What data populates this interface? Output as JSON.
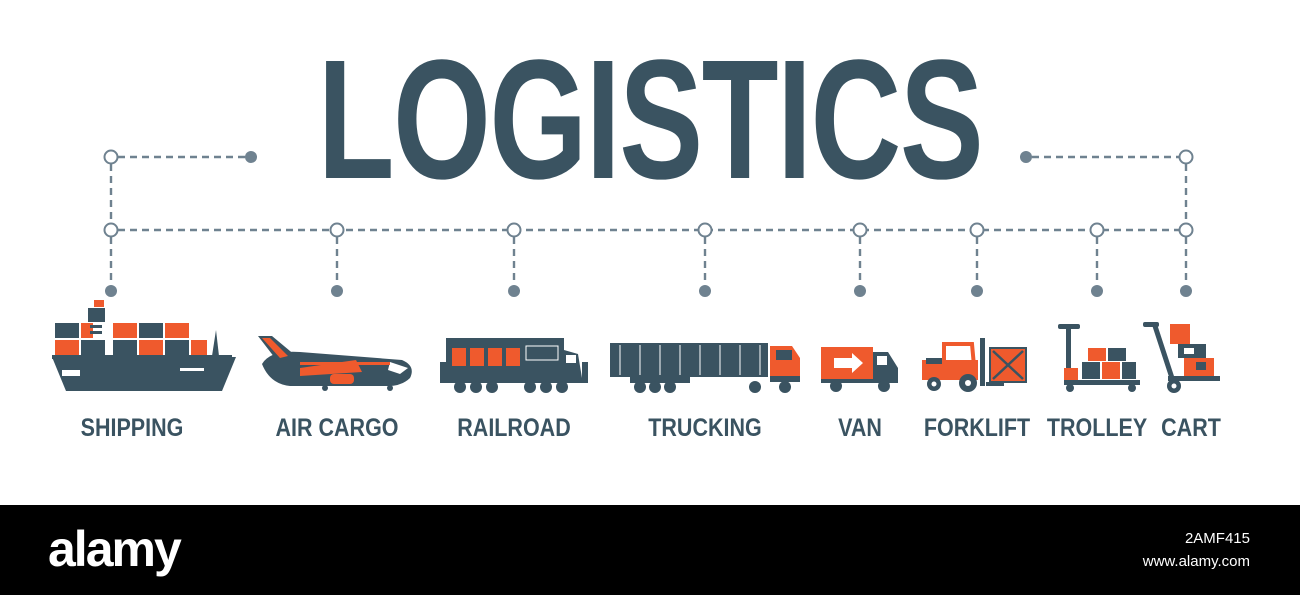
{
  "title": "LOGISTICS",
  "colors": {
    "dark": "#3a5361",
    "accent": "#ef5a2d",
    "line": "#6f8290",
    "background": "#ffffff"
  },
  "items": [
    {
      "label": "SHIPPING",
      "icon": "cargo-ship-icon"
    },
    {
      "label": "AIR CARGO",
      "icon": "cargo-plane-icon"
    },
    {
      "label": "RAILROAD",
      "icon": "locomotive-icon"
    },
    {
      "label": "TRUCKING",
      "icon": "semi-truck-icon"
    },
    {
      "label": "VAN",
      "icon": "delivery-van-icon"
    },
    {
      "label": "FORKLIFT",
      "icon": "forklift-icon"
    },
    {
      "label": "TROLLEY",
      "icon": "pallet-trolley-icon"
    },
    {
      "label": "CART",
      "icon": "hand-cart-icon"
    }
  ],
  "footer": {
    "brand": "alamy",
    "image_id": "2AMF415",
    "site": "www.alamy.com"
  }
}
